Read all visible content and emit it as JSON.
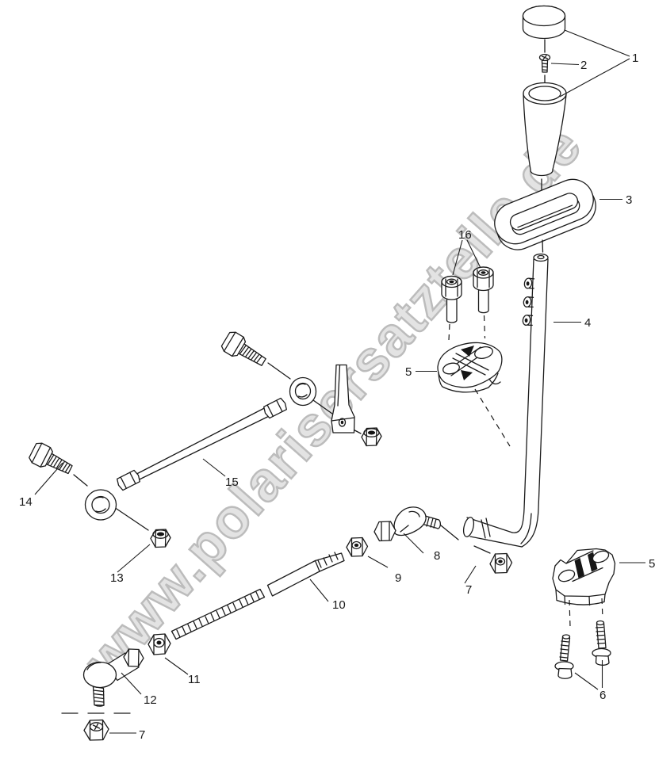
{
  "watermark": {
    "text": "www.polarisersatzteile.de"
  },
  "callouts": {
    "c1": "1",
    "c2": "2",
    "c3": "3",
    "c4": "4",
    "c5": "5",
    "c6": "6",
    "c7": "7",
    "c8": "8",
    "c9": "9",
    "c10": "10",
    "c11": "11",
    "c12": "12",
    "c13": "13",
    "c14": "14",
    "c15": "15",
    "c16": "16"
  }
}
